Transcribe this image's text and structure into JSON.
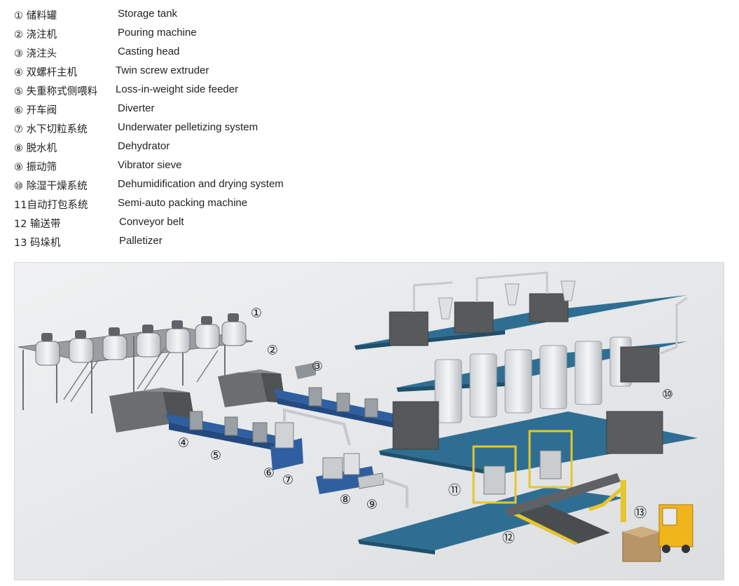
{
  "legend": [
    {
      "zh": "① 储料罐",
      "en": "Storage tank"
    },
    {
      "zh": "② 浇注机",
      "en": "Pouring machine"
    },
    {
      "zh": "③ 浇注头",
      "en": "Casting head"
    },
    {
      "zh": "④ 双螺杆主机",
      "en": "Twin screw extruder"
    },
    {
      "zh": "⑤ 失重称式侧喂料",
      "en": "Loss-in-weight side feeder"
    },
    {
      "zh": "⑥ 开车阀",
      "en": "Diverter"
    },
    {
      "zh": "⑦ 水下切粒系统",
      "en": "Underwater pelletizing system"
    },
    {
      "zh": "⑧ 脱水机",
      "en": "Dehydrator"
    },
    {
      "zh": "⑨ 振动筛",
      "en": "Vibrator sieve"
    },
    {
      "zh": "⑩ 除湿干燥系统",
      "en": "Dehumidification and drying system"
    },
    {
      "zh": "11自动打包系统",
      "en": "Semi-auto packing machine"
    },
    {
      "zh": "12 输送带",
      "en": "Conveyor belt"
    },
    {
      "zh": "13 码垛机",
      "en": "Palletizer"
    }
  ],
  "callouts": [
    "①",
    "②",
    "③",
    "④",
    "⑤",
    "⑥",
    "⑦",
    "⑧",
    "⑨",
    "⑩",
    "⑪",
    "⑫",
    "⑬"
  ],
  "colors": {
    "platform": "#2f6e93",
    "platform_edge": "#1f506d",
    "machine_dark": "#5a5c5e",
    "machine_mid": "#7c7f82",
    "steel": "#bfc3c6",
    "extruder_blue": "#2f5fa0",
    "packing_yellow": "#e7c52b",
    "pallet": "#b89566",
    "forklift": "#f1b51c",
    "background": "#e9eaeb"
  }
}
